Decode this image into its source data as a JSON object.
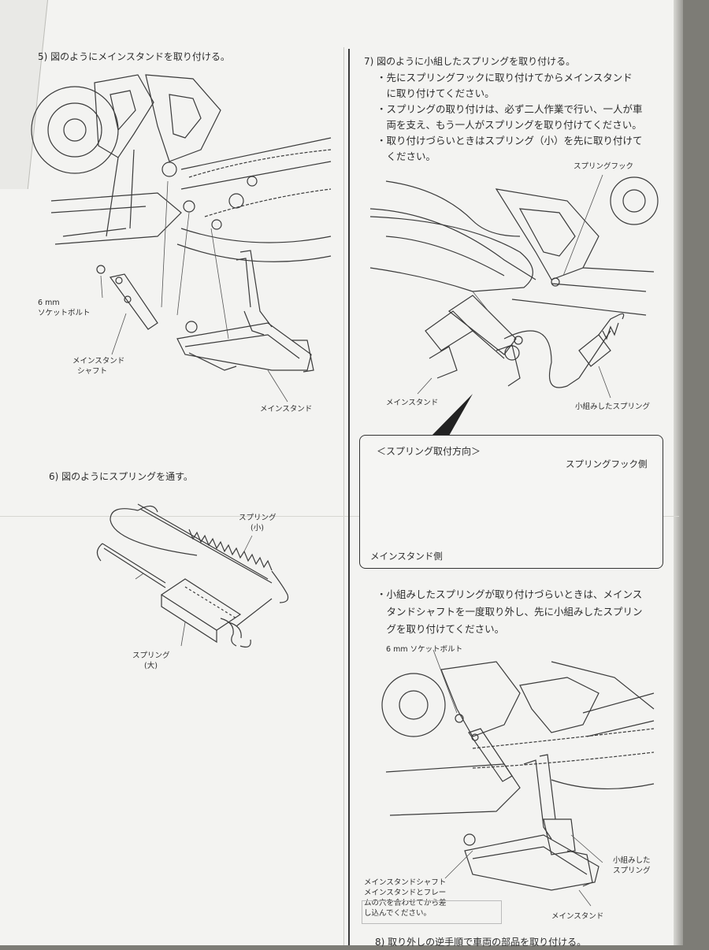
{
  "step5": {
    "title": "5) 図のようにメインスタンドを取り付ける。"
  },
  "labels5": {
    "bolt_line1": "6 mm",
    "bolt_line2": "ソケットボルト",
    "shaft_line1": "メインスタンド",
    "shaft_line2": "シャフト",
    "stand": "メインスタンド"
  },
  "step6": {
    "title": "6) 図のようにスプリングを通す。"
  },
  "labels6": {
    "small_line1": "スプリング",
    "small_line2": "(小)",
    "large_line1": "スプリング",
    "large_line2": "(大)"
  },
  "step7": {
    "title": "7) 図のように小組したスプリングを取り付ける。",
    "lines": [
      "・先にスプリングフックに取り付けてからメインスタンド",
      "　に取り付けてください。",
      "・スプリングの取り付けは、必ず二人作業で行い、一人が車",
      "　両を支え、もう一人がスプリングを取り付けてください。",
      "・取り付けづらいときはスプリング（小）を先に取り付けて",
      "　ください。"
    ]
  },
  "labels7": {
    "hook": "スプリングフック",
    "stand": "メインスタンド",
    "assembled": "小組みしたスプリング"
  },
  "callout": {
    "title": "＜スプリング取付方向＞",
    "hook_side": "スプリングフック側",
    "stand_side": "メインスタンド側"
  },
  "note": {
    "lines": [
      "・小組みしたスプリングが取り付けづらいときは、メインス",
      "　タンドシャフトを一度取り外し、先に小組みしたスプリン",
      "　グを取り付けてください。"
    ]
  },
  "labels8": {
    "bolt": "6 mm ソケットボルト",
    "assembled_line1": "小組みした",
    "assembled_line2": "スプリング",
    "shaft_lines": [
      "メインスタンドシャフト",
      "メインスタンドとフレー",
      "ムの穴を合わせてから差",
      "し込んでください。"
    ],
    "stand": "メインスタンド"
  },
  "step8": {
    "title": "8) 取り外しの逆手順で車両の部品を取り付ける。"
  }
}
